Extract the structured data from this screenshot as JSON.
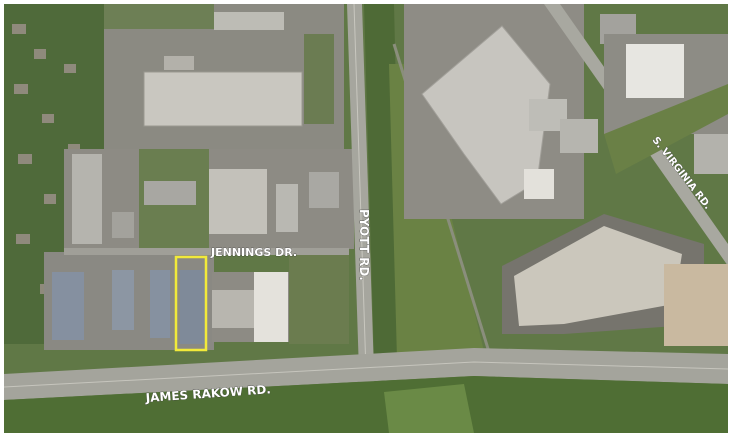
{
  "map": {
    "labels": {
      "jennings": "JENNINGS DR.",
      "pyott": "PYOTT RD.",
      "virginia": "S. VIRGINIA RD.",
      "rakow": "JAMES RAKOW RD."
    },
    "highlight_color": "#f2ea3a"
  }
}
